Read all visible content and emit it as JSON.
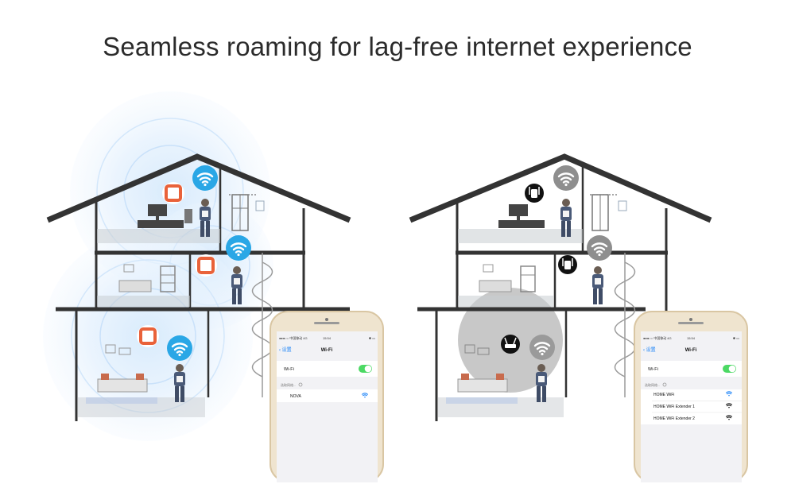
{
  "headline": "Seamless roaming for lag-free internet experience",
  "colors": {
    "accent_blue": "#2aa7e6",
    "halo_blue": "#cfe6fb",
    "router_orange": "#e9623a",
    "wall": "#333333",
    "grey_signal": "#8e8e8e",
    "ios_green": "#4cd964",
    "phone_gold": "#e9d7b8"
  },
  "left_phone": {
    "status_carrier": "●●●○○ 中国移动  4G",
    "status_time": "15:54",
    "status_battery": "✱ ▭",
    "back_label": "设置",
    "nav_title": "Wi-Fi",
    "wifi_row_label": "Wi-Fi",
    "wifi_enabled": true,
    "section_label": "选取网络...",
    "networks": [
      {
        "name": "NOVA",
        "signal_icon": "wifi-icon-blue"
      }
    ]
  },
  "right_phone": {
    "status_carrier": "●●●○○ 中国移动  4G",
    "status_time": "15:54",
    "status_battery": "✱ ▭",
    "back_label": "设置",
    "nav_title": "Wi-Fi",
    "wifi_row_label": "Wi-Fi",
    "wifi_enabled": true,
    "section_label": "选取网络...",
    "networks": [
      {
        "name": "HOME WiFi",
        "signal_icon": "wifi-icon-blue"
      },
      {
        "name": "HOME WiFi Extender 1",
        "signal_icon": "wifi-icon-black"
      },
      {
        "name": "HOME WiFi Extender 2",
        "signal_icon": "wifi-icon-black"
      }
    ]
  }
}
